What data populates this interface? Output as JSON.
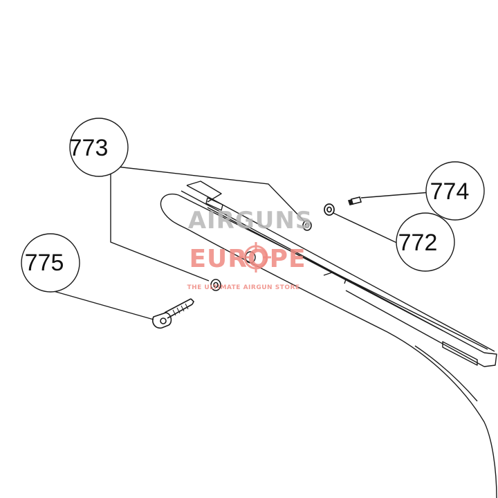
{
  "callouts": [
    {
      "id": "773",
      "label": "773"
    },
    {
      "id": "774",
      "label": "774"
    },
    {
      "id": "772",
      "label": "772"
    },
    {
      "id": "775",
      "label": "775"
    }
  ],
  "watermark": {
    "line1": "AIRGUNS",
    "line2": "EUROPE",
    "tagline": "THE ULTIMATE AIRGUN STORE"
  },
  "colors": {
    "line": "#1a1a1a",
    "watermark_gray": "#b7b7b7",
    "watermark_red": "#ef8a82"
  }
}
